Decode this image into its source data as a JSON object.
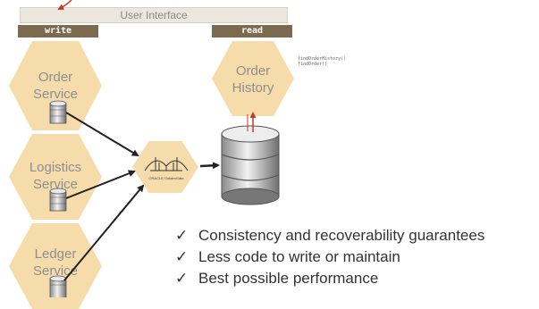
{
  "ui_bar": {
    "label": "User Interface"
  },
  "tags": {
    "write": "write",
    "read": "read"
  },
  "services": [
    {
      "label": "Order\nService"
    },
    {
      "label": "Logistics\nService"
    },
    {
      "label": "Ledger\nService"
    }
  ],
  "history": {
    "label": "Order\nHistory"
  },
  "api_calls": [
    "findOrderHistory()",
    "findOrder()"
  ],
  "gateway": {
    "logo_text": "ORACLE GoldenGate"
  },
  "bullets": {
    "check_glyph": "✓",
    "items": [
      "Consistency and recoverability guarantees",
      "Less code to write or maintain",
      "Best possible performance"
    ]
  },
  "colors": {
    "hex_fill": "#f6dcab",
    "tag_fill": "#7b6a50",
    "arrow": "#222222",
    "red_arrow": "#c0392b"
  }
}
